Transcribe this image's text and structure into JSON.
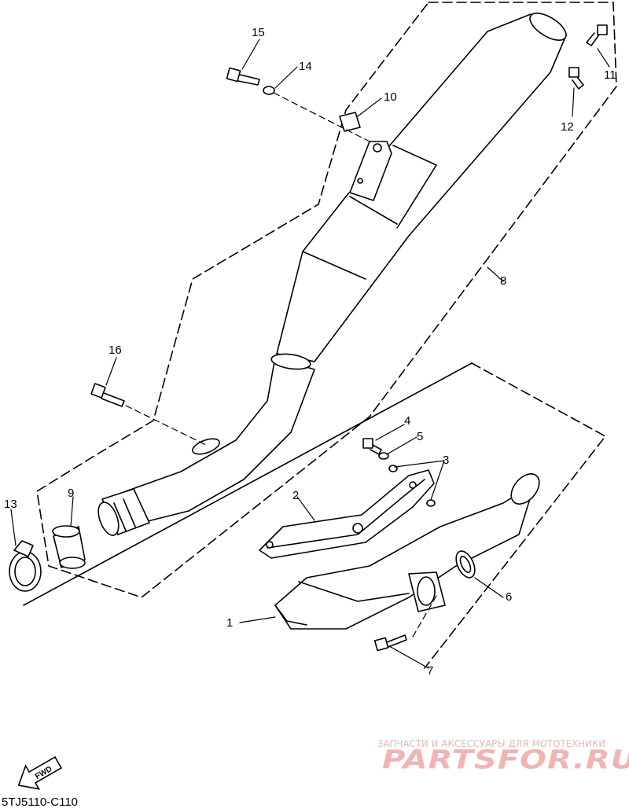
{
  "diagram_code": "5TJ5110-C110",
  "fwd_label": "FWD",
  "watermark": {
    "tagline": "ЗАПЧАСТИ И АКСЕССУАРЫ ДЛЯ МОТОТЕХНИКИ",
    "logo": "PARTSFOR.RU"
  },
  "callouts": {
    "p1": "1",
    "p2": "2",
    "p3": "3",
    "p4": "4",
    "p5": "5",
    "p6": "6",
    "p7": "7",
    "p8": "8",
    "p9": "9",
    "p10": "10",
    "p11": "11",
    "p12": "12",
    "p13": "13",
    "p14": "14",
    "p15": "15",
    "p16": "16"
  },
  "colors": {
    "line": "#000000",
    "background": "#ffffff",
    "watermark": "#e8a8a8"
  }
}
